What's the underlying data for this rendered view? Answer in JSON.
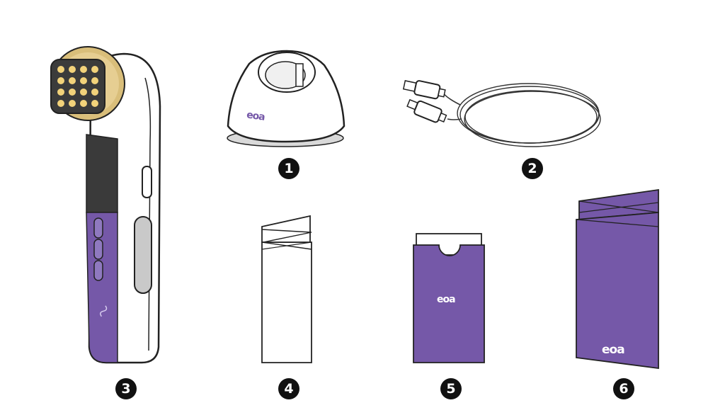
{
  "brand": {
    "logo_text": "eoa",
    "accent": "#7558A8",
    "accent_dark": "#5E4490",
    "gold": "#D9BE7A"
  },
  "components": [
    {
      "number": "1",
      "icon": "charging-dock-icon"
    },
    {
      "number": "2",
      "icon": "usb-cable-icon"
    },
    {
      "number": "3",
      "icon": "handheld-device-icon"
    },
    {
      "number": "4",
      "icon": "folded-leaflet-icon"
    },
    {
      "number": "5",
      "icon": "card-sleeve-icon"
    },
    {
      "number": "6",
      "icon": "folded-booklet-icon"
    }
  ]
}
